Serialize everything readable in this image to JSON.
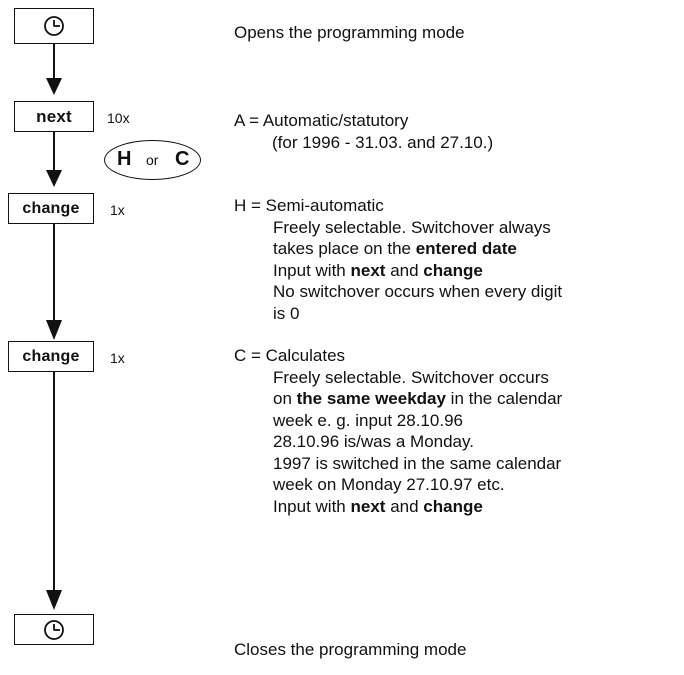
{
  "buttons": {
    "clock_top": {
      "icon": "clock-icon"
    },
    "next": "next",
    "change_1": "change",
    "change_2": "change",
    "clock_bottom": {
      "icon": "clock-icon"
    }
  },
  "counts": {
    "next": "10x",
    "change_1": "1x",
    "change_2": "1x"
  },
  "oval": {
    "left": "H",
    "mid": "or",
    "right": "C"
  },
  "descriptions": {
    "open": "Opens the programming mode",
    "a_line1": "A = Automatic/statutory",
    "a_line2": "(for 1996 - 31.03. and 27.10.)",
    "h_line1": "H = Semi-automatic",
    "h_line2": "Freely selectable. Switchover always",
    "h_line3_pre": "takes place on the ",
    "h_line3_bold": "entered date",
    "h_line4_pre": "Input with ",
    "h_line4_b1": "next",
    "h_line4_mid": " and ",
    "h_line4_b2": "change",
    "h_line5": "No switchover occurs when every digit",
    "h_line6": "is 0",
    "c_line1": "C = Calculates",
    "c_line2": "Freely selectable. Switchover occurs",
    "c_line3_pre": "on ",
    "c_line3_bold": "the same weekday",
    "c_line3_post": " in the calendar",
    "c_line4": "week e. g. input 28.10.96",
    "c_line5": "28.10.96 is/was a Monday.",
    "c_line6": "1997 is switched in the same calendar",
    "c_line7": "week on Monday 27.10.97 etc.",
    "c_line8_pre": "Input with ",
    "c_line8_b1": "next",
    "c_line8_mid": " and ",
    "c_line8_b2": "change",
    "close": "Closes the programming mode"
  }
}
